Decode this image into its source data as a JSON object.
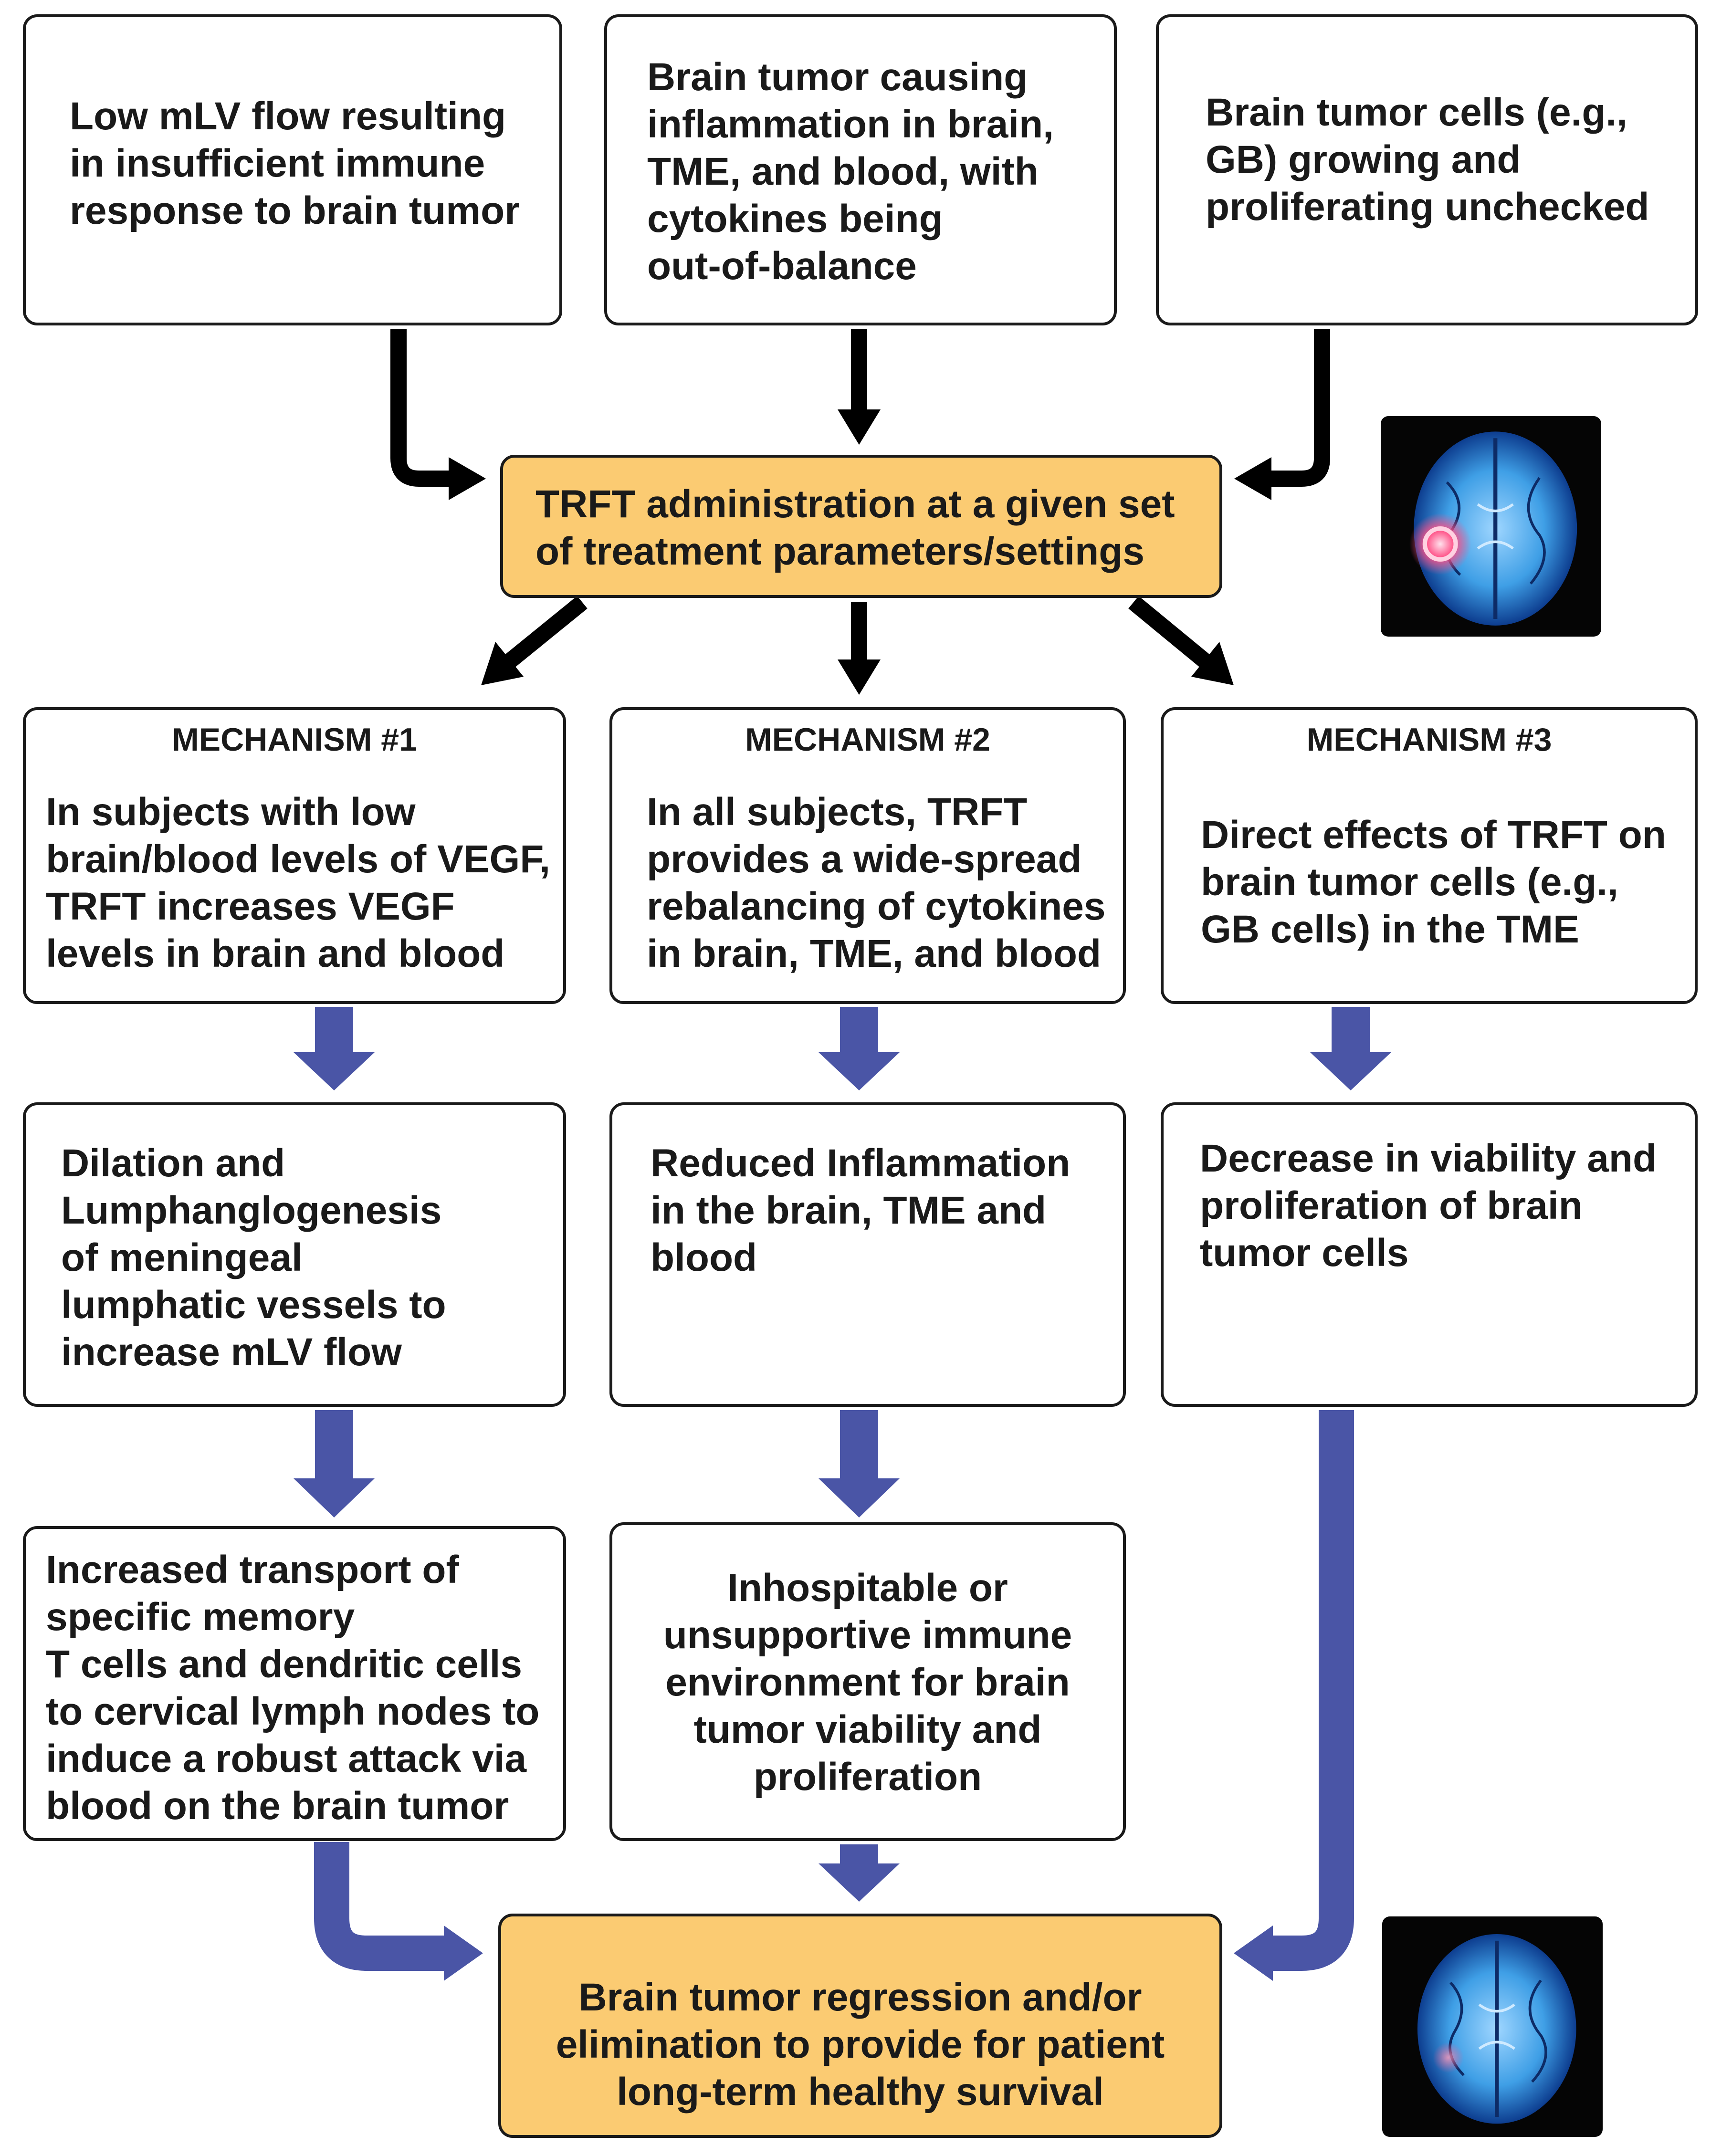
{
  "colors": {
    "box_border": "#1a1a1a",
    "highlight_fill": "#fbcb72",
    "blue_arrow": "#4a55a6",
    "black_arrow": "#000000",
    "mri_blue": "#3f9fe6",
    "tumor_pink": "#ff4f86"
  },
  "causes": [
    {
      "text": "Low mLV flow resulting\nin insufficient immune\nresponse to brain tumor"
    },
    {
      "text": "Brain tumor causing\ninflammation in brain,\nTME,  and blood, with\ncytokines being\nout-of-balance"
    },
    {
      "text": "Brain tumor cells (e.g.,\nGB) growing and\nproliferating unchecked"
    }
  ],
  "treatment": {
    "text": "TRFT administration at a given set\nof treatment parameters/settings"
  },
  "mechanisms": [
    {
      "title": "MECHANISM #1",
      "text": "In subjects with low\nbrain/blood levels of VEGF,\nTRFT increases VEGF\nlevels in brain and blood",
      "effect": "Dilation and\nLumphanglogenesis\nof meningeal\nlumphatic vessels to\nincrease mLV flow",
      "result": "Increased transport of\nspecific memory\nT cells and dendritic cells\nto cervical lymph nodes to\ninduce a robust attack via\nblood on the brain tumor"
    },
    {
      "title": "MECHANISM #2",
      "text": "In all subjects, TRFT\nprovides a wide-spread\nrebalancing of cytokines\nin brain, TME, and blood",
      "effect": "Reduced Inflammation\nin the brain, TME and\nblood",
      "result": "Inhospitable or\nunsupportive immune\nenvironment for brain\ntumor viability and\nproliferation"
    },
    {
      "title": "MECHANISM #3",
      "text": "Direct effects of TRFT on\nbrain tumor cells (e.g.,\nGB cells) in the TME",
      "effect": "Decrease in viability and\nproliferation of brain\ntumor cells"
    }
  ],
  "outcome": {
    "text": "Brain tumor regression and/or\nelimination to provide for patient\nlong-term healthy survival"
  },
  "images": [
    {
      "icon": "mri-brain-scan-with-tumor"
    },
    {
      "icon": "mri-brain-scan-tumor-regressed"
    }
  ]
}
